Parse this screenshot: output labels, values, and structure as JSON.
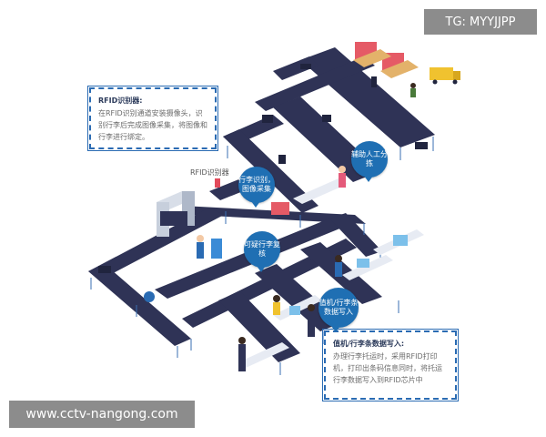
{
  "watermarks": {
    "top_right": "TG: MYYJJPP",
    "bottom_left": "www.cctv-nangong.com"
  },
  "callouts": {
    "rfid_reader": {
      "title": "RFID识别器:",
      "body": "在RFID识别通道安装摄像头，识别行李后完成图像采集，将图像和行李进行绑定。"
    },
    "checkin_write": {
      "title": "值机/行李条数据写入:",
      "body": "办理行李托运时，采用RFID打印机，打印出条码信息同时，将托运行李数据写入到RFID芯片中"
    }
  },
  "labels": {
    "rfid_device": "RFID识别器"
  },
  "bubbles": {
    "identify": "行李识别，图像采集",
    "sorting": "辅助人工分拣",
    "suspicious": "可疑行李复核",
    "checkin": "值机/行李条数据写入"
  },
  "colors": {
    "belt": "#2f3356",
    "bubble": "#1f6fb3",
    "frame_border": "#2a6bb3"
  }
}
